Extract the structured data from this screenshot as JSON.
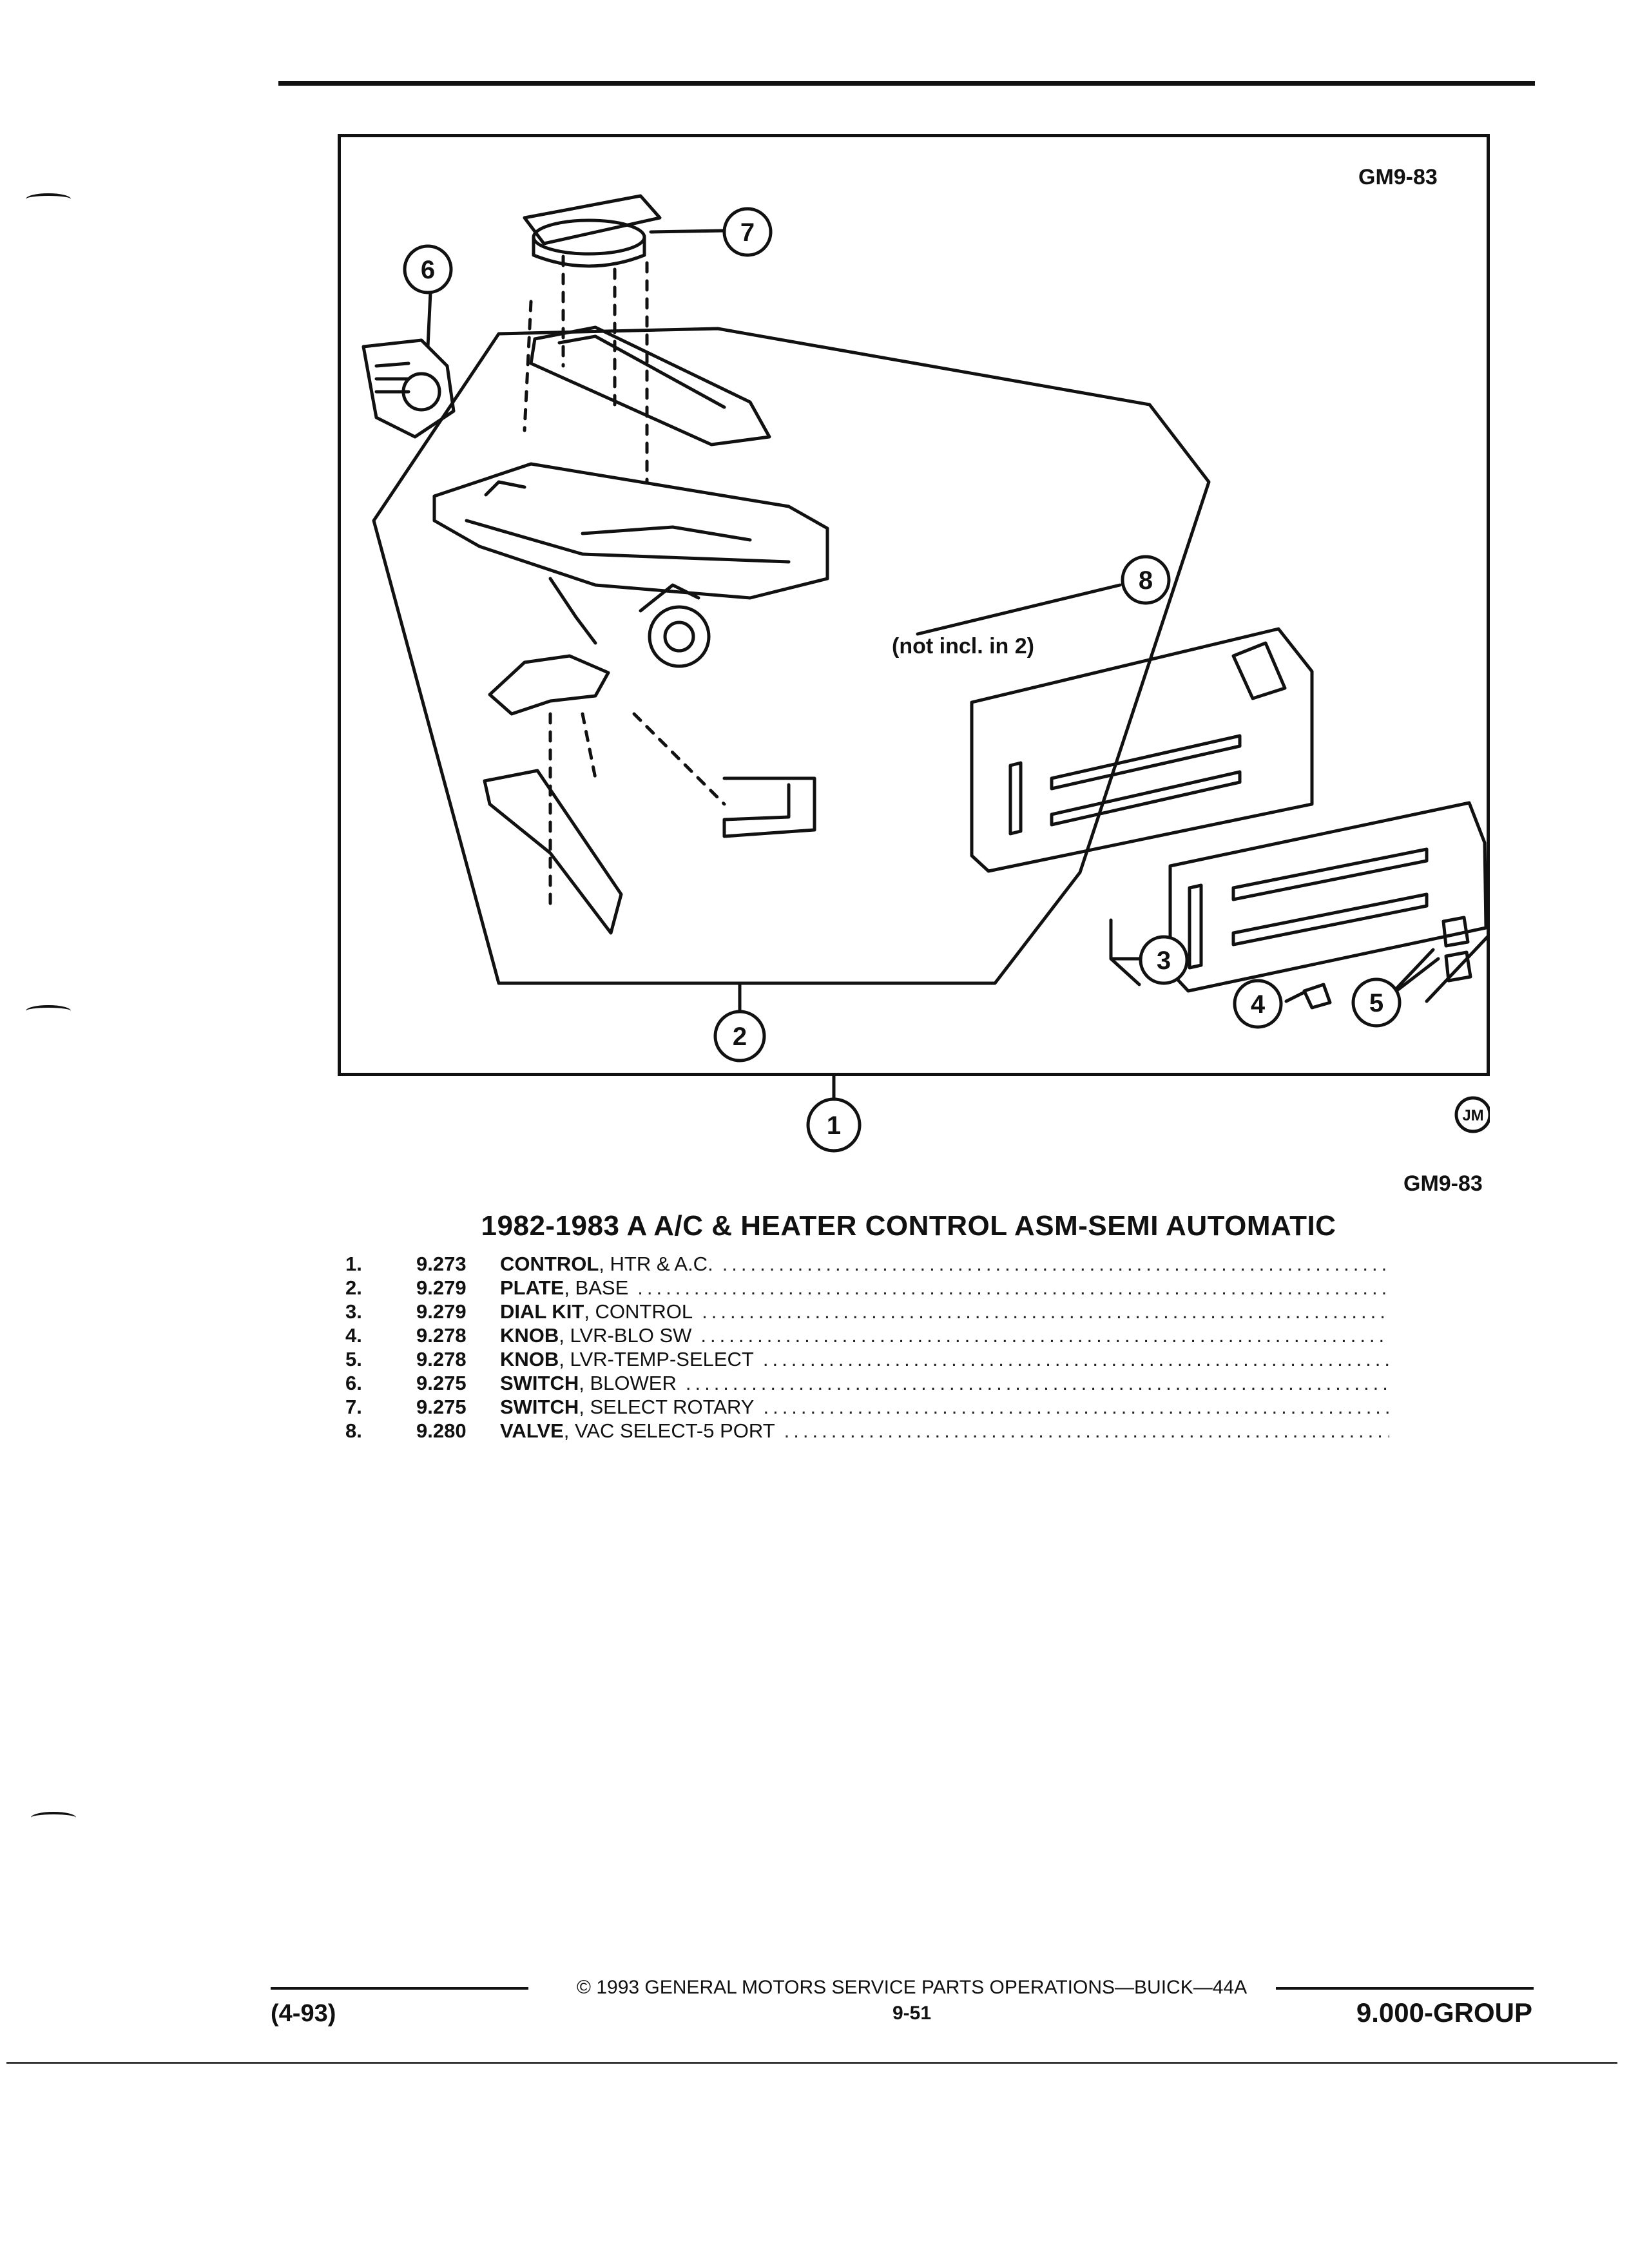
{
  "figure": {
    "code_top": "GM9-83",
    "code_bottom": "GM9-83",
    "note": "(not incl. in 2)",
    "maker_mark": "JM",
    "callouts": [
      "1",
      "2",
      "3",
      "4",
      "5",
      "6",
      "7",
      "8"
    ]
  },
  "title": "1982-1983 A A/C & HEATER CONTROL ASM-SEMI AUTOMATIC",
  "parts": [
    {
      "num": "1.",
      "code": "9.273",
      "name": "CONTROL",
      "detail": ", HTR & A.C."
    },
    {
      "num": "2.",
      "code": "9.279",
      "name": "PLATE",
      "detail": ", BASE"
    },
    {
      "num": "3.",
      "code": "9.279",
      "name": "DIAL KIT",
      "detail": ", CONTROL"
    },
    {
      "num": "4.",
      "code": "9.278",
      "name": "KNOB",
      "detail": ", LVR-BLO SW"
    },
    {
      "num": "5.",
      "code": "9.278",
      "name": "KNOB",
      "detail": ", LVR-TEMP-SELECT"
    },
    {
      "num": "6.",
      "code": "9.275",
      "name": "SWITCH",
      "detail": ", BLOWER"
    },
    {
      "num": "7.",
      "code": "9.275",
      "name": "SWITCH",
      "detail": ", SELECT ROTARY"
    },
    {
      "num": "8.",
      "code": "9.280",
      "name": "VALVE",
      "detail": ", VAC SELECT-5 PORT"
    }
  ],
  "footer": {
    "date": "(4-93)",
    "copyright": "© 1993 GENERAL MOTORS SERVICE PARTS OPERATIONS—BUICK—44A",
    "page": "9-51",
    "group": "9.000-GROUP"
  }
}
